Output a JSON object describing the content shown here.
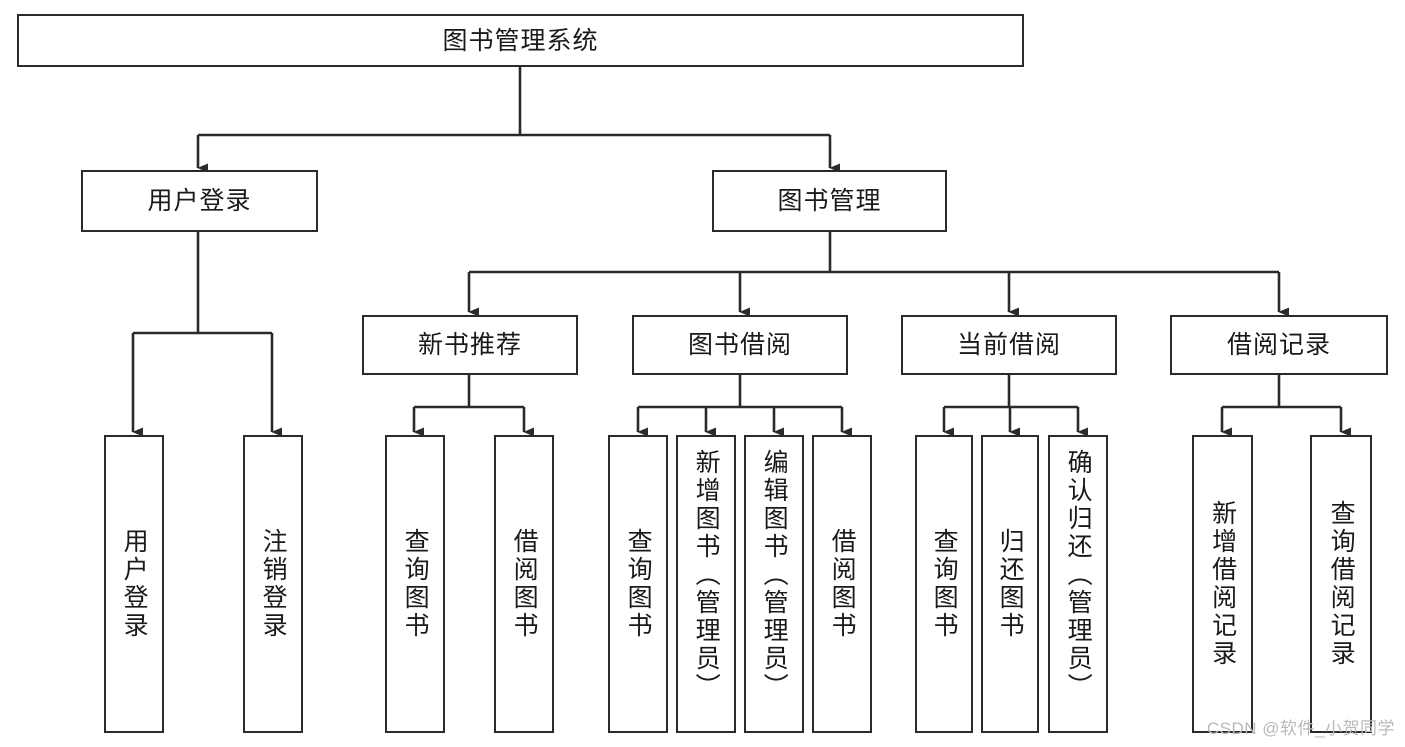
{
  "diagram": {
    "title": "图书管理系统",
    "type": "tree-structure-chart",
    "root": {
      "label": "图书管理系统"
    },
    "level2": [
      {
        "label": "用户登录"
      },
      {
        "label": "图书管理"
      }
    ],
    "level3": [
      {
        "label": "新书推荐"
      },
      {
        "label": "图书借阅"
      },
      {
        "label": "当前借阅"
      },
      {
        "label": "借阅记录"
      }
    ],
    "leaves": {
      "user_login": [
        {
          "label": "用户登录"
        },
        {
          "label": "注销登录"
        }
      ],
      "new_book_recommend": [
        {
          "label": "查询图书"
        },
        {
          "label": "借阅图书"
        }
      ],
      "book_borrow": [
        {
          "label": "查询图书"
        },
        {
          "label": "新增图书（管理员）"
        },
        {
          "label": "编辑图书（管理员）"
        },
        {
          "label": "借阅图书"
        }
      ],
      "current_borrow": [
        {
          "label": "查询图书"
        },
        {
          "label": "归还图书"
        },
        {
          "label": "确认归还（管理员）"
        }
      ],
      "borrow_record": [
        {
          "label": "新增借阅记录"
        },
        {
          "label": "查询借阅记录"
        }
      ]
    }
  },
  "watermark": {
    "text": "CSDN @软件_小贺同学"
  },
  "colors": {
    "stroke": "#2b2b2b",
    "background": "#ffffff",
    "text": "#1a1a1a",
    "watermark": "#b9b9b9"
  }
}
